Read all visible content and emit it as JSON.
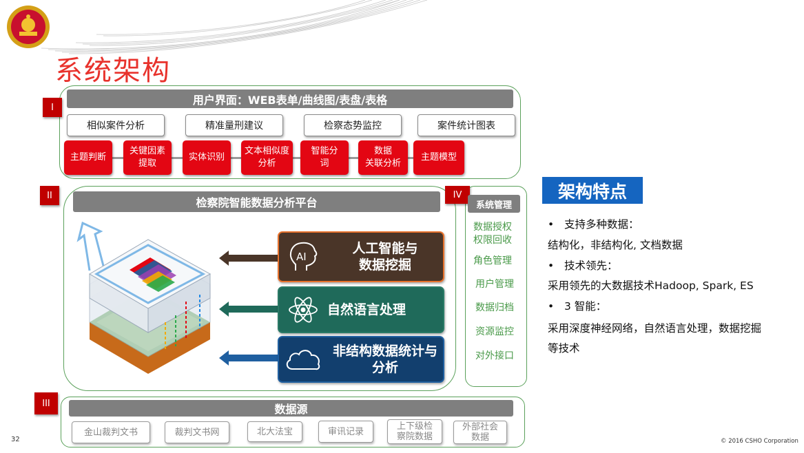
{
  "page_title": "系统架构",
  "layer_labels": {
    "l1": "I",
    "l2": "II",
    "l3": "III",
    "l4": "IV"
  },
  "ui_layer": {
    "bar": "用户界面：WEB表单/曲线图/表盘/表格",
    "functions": [
      "相似案件分析",
      "精准量刑建议",
      "检察态势监控",
      "案件统计图表"
    ],
    "components": [
      {
        "line1": "主题判断",
        "line2": ""
      },
      {
        "line1": "关键因素",
        "line2": "提取"
      },
      {
        "line1": "实体识别",
        "line2": ""
      },
      {
        "line1": "文本相似度",
        "line2": "分析"
      },
      {
        "line1": "智能分",
        "line2": "词"
      },
      {
        "line1": "数据",
        "line2": "关联分析"
      },
      {
        "line1": "主题模型",
        "line2": ""
      }
    ]
  },
  "platform": {
    "bar": "检察院智能数据分析平台",
    "ai_icon_text": "AI",
    "capabilities": [
      {
        "line1": "人工智能与",
        "line2": "数据挖掘",
        "color": "#4a3528",
        "border": "#e8722c",
        "arrow": "#4a3528",
        "icon": "ai-head-icon"
      },
      {
        "line1": "自然语言处理",
        "line2": "",
        "color": "#1f6a5a",
        "border": "#2a7a66",
        "arrow": "#1f6a5a",
        "icon": "atom-icon"
      },
      {
        "line1": "非结构数据统计与",
        "line2": "分析",
        "color": "#123f6e",
        "border": "#1f5fa0",
        "arrow": "#1f5fa0",
        "icon": "cloud-icon"
      }
    ]
  },
  "system_management": {
    "title": "系统管理",
    "items": [
      {
        "line1": "数据授权",
        "line2": "权限回收"
      },
      {
        "line1": "角色管理",
        "line2": ""
      },
      {
        "line1": "用户管理",
        "line2": ""
      },
      {
        "line1": "数据归档",
        "line2": ""
      },
      {
        "line1": "资源监控",
        "line2": ""
      },
      {
        "line1": "对外接口",
        "line2": ""
      }
    ]
  },
  "data_source": {
    "bar": "数据源",
    "items": [
      {
        "line1": "金山裁判文书",
        "line2": ""
      },
      {
        "line1": "裁判文书网",
        "line2": ""
      },
      {
        "line1": "北大法宝",
        "line2": ""
      },
      {
        "line1": "审讯记录",
        "line2": ""
      },
      {
        "line1": "上下级检",
        "line2": "察院数据"
      },
      {
        "line1": "外部社会",
        "line2": "数据"
      }
    ]
  },
  "features": {
    "title": "架构特点",
    "title_bg": "#1565c0",
    "items": [
      {
        "bullet": "•",
        "head": "支持多种数据：",
        "body": "结构化，非结构化, 文档数据"
      },
      {
        "bullet": "•",
        "head": "技术领先：",
        "body": "采用领先的大数据技术Hadoop, Spark, ES"
      },
      {
        "bullet": "•",
        "head": "3 智能：",
        "body": "采用深度神经网络，自然语言处理，数据挖掘等技术"
      }
    ]
  },
  "footer": {
    "page_number": "32",
    "copyright": "© 2016 CSHO Corporation"
  },
  "colors": {
    "accent_red": "#e30613",
    "title_red": "#e8322c",
    "green": "#5aa05a",
    "gray_bar": "#7f7f7f"
  }
}
